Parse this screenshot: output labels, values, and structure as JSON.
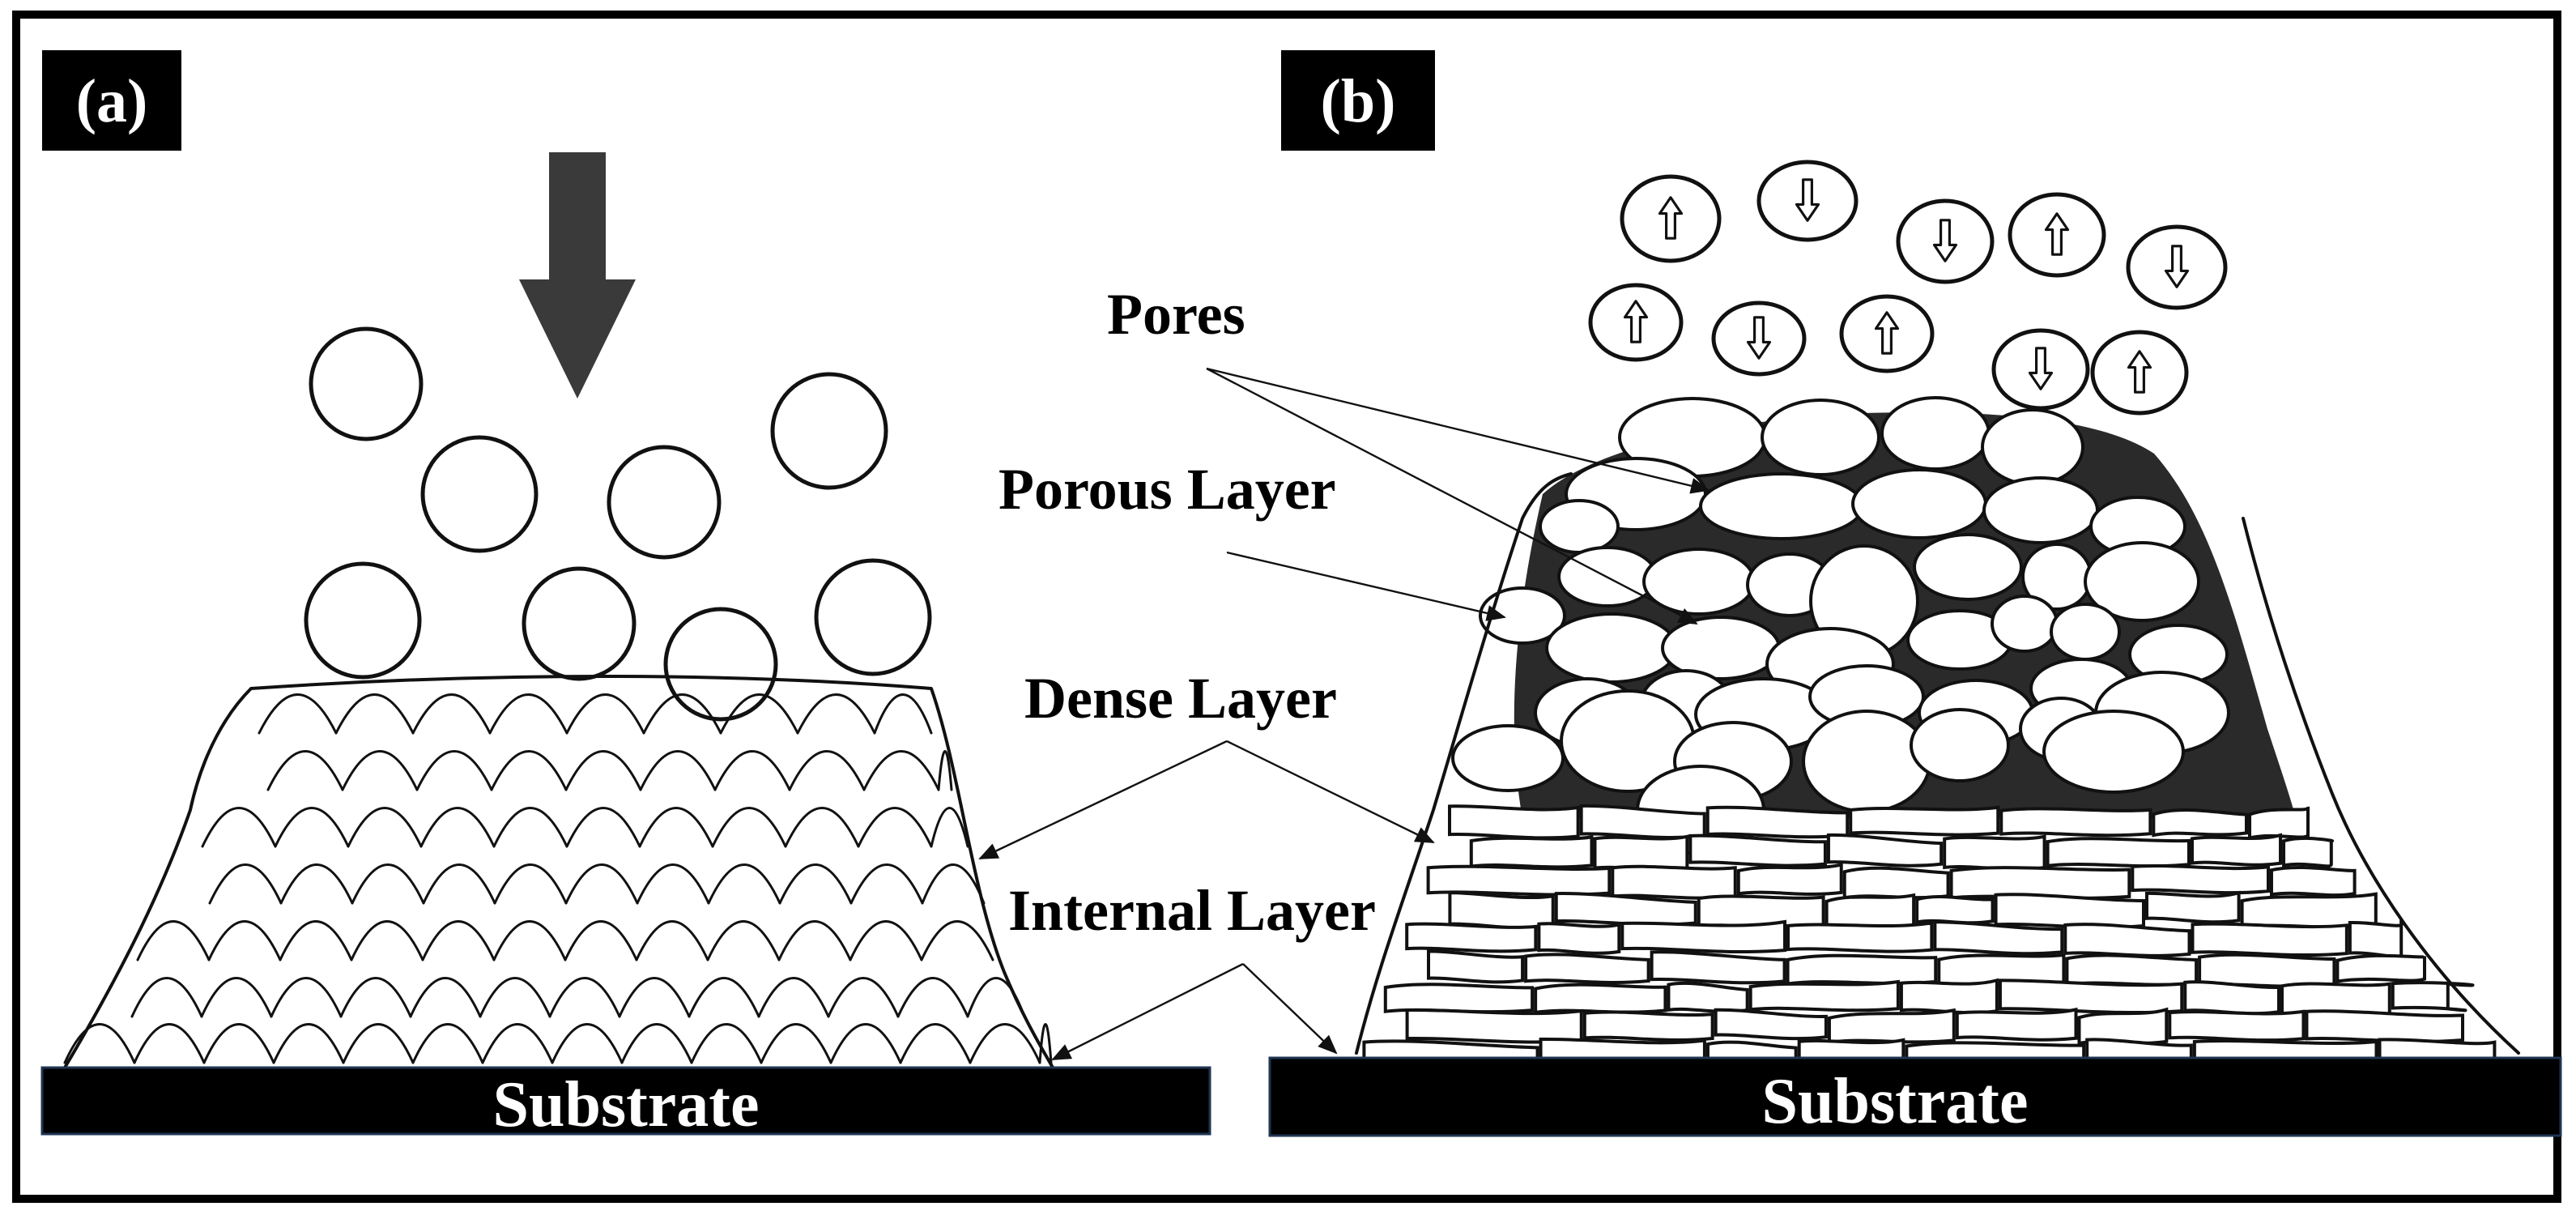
{
  "panels": [
    {
      "label": "(a)",
      "substrate": "Substrate"
    },
    {
      "label": "(b)",
      "substrate": "Substrate"
    }
  ],
  "callouts": {
    "pores": "Pores",
    "porous_layer": "Porous Layer",
    "dense_layer": "Dense Layer",
    "internal_layer": "Internal Layer"
  },
  "colors": {
    "ink": "#111111",
    "label_background": "#000000",
    "background": "#ffffff",
    "pore_fill": "#2a2a2a"
  },
  "icons": {
    "spray_direction": "down-arrow-icon",
    "particle_spin": "up-down-arrow-icon"
  }
}
